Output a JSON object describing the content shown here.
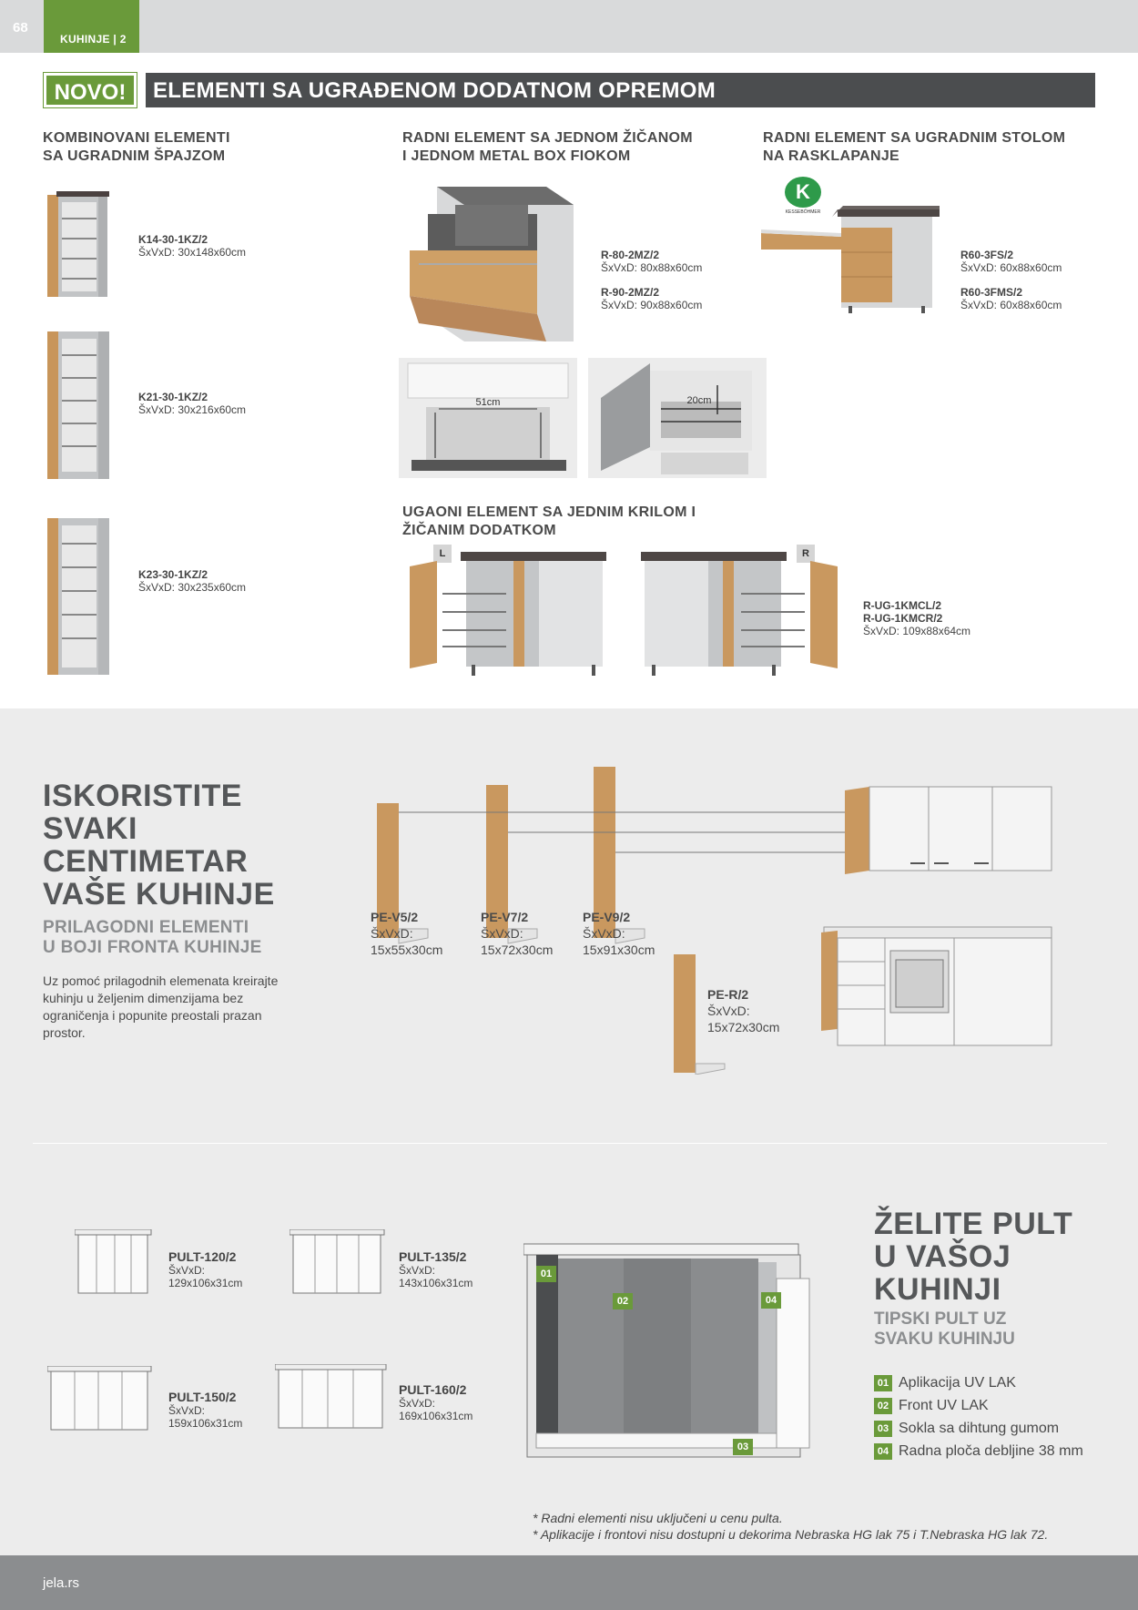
{
  "header": {
    "page_number": "68",
    "section": "KUHINJE | 2"
  },
  "title": {
    "badge": "NOVO!",
    "text": "ELEMENTI SA UGRAĐENOM DODATNOM OPREMOM"
  },
  "col1": {
    "heading_line1": "KOMBINOVANI ELEMENTI",
    "heading_line2": "SA UGRADNIM ŠPAJZOM",
    "products": [
      {
        "code": "K14-30-1KZ/2",
        "dims": "ŠxVxD: 30x148x60cm"
      },
      {
        "code": "K21-30-1KZ/2",
        "dims": "ŠxVxD: 30x216x60cm"
      },
      {
        "code": "K23-30-1KZ/2",
        "dims": "ŠxVxD: 30x235x60cm"
      }
    ]
  },
  "col2": {
    "heading_line1": "RADNI ELEMENT SA JEDNOM ŽIČANOM",
    "heading_line2": "I JEDNOM METAL BOX FIOKOM",
    "products": [
      {
        "code": "R-80-2MZ/2",
        "dims": "ŠxVxD: 80x88x60cm"
      },
      {
        "code": "R-90-2MZ/2",
        "dims": "ŠxVxD: 90x88x60cm"
      }
    ],
    "detail1_label": "51cm",
    "detail2_label": "20cm"
  },
  "col3": {
    "heading_line1": "RADNI ELEMENT SA UGRADNIM STOLOM",
    "heading_line2": "NA RASKLAPANJE",
    "logo_letter": "K",
    "logo_caption": "KESSEBÖHMER",
    "products": [
      {
        "code": "R60-3FS/2",
        "dims": "ŠxVxD: 60x88x60cm"
      },
      {
        "code": "R60-3FMS/2",
        "dims": "ŠxVxD: 60x88x60cm"
      }
    ]
  },
  "corner": {
    "heading_line1": "UGAONI ELEMENT SA JEDNIM KRILOM I",
    "heading_line2": "ŽIČANIM DODATKOM",
    "tag_left": "L",
    "tag_right": "R",
    "code1": "R-UG-1KMCL/2",
    "code2": "R-UG-1KMCR/2",
    "dims": "ŠxVxD: 109x88x64cm"
  },
  "custom": {
    "heading": [
      "ISKORISTITE",
      "SVAKI",
      "CENTIMETAR",
      "VAŠE KUHINJE"
    ],
    "subheading": [
      "PRILAGODNI ELEMENTI",
      "U BOJI FRONTA KUHINJE"
    ],
    "body": "Uz pomoć prilagodnih elemenata kreirajte kuhinju u željenim dimenzijama bez ograničenja i popunite preostali prazan prostor.",
    "panels": [
      {
        "code": "PE-V5/2",
        "dims_label": "ŠxVxD:",
        "dims": "15x55x30cm"
      },
      {
        "code": "PE-V7/2",
        "dims_label": "ŠxVxD:",
        "dims": "15x72x30cm"
      },
      {
        "code": "PE-V9/2",
        "dims_label": "ŠxVxD:",
        "dims": "15x91x30cm"
      },
      {
        "code": "PE-R/2",
        "dims_label": "ŠxVxD:",
        "dims": "15x72x30cm"
      }
    ]
  },
  "pult": {
    "items": [
      {
        "code": "PULT-120/2",
        "dims_label": "ŠxVxD:",
        "dims": "129x106x31cm"
      },
      {
        "code": "PULT-135/2",
        "dims_label": "ŠxVxD:",
        "dims": "143x106x31cm"
      },
      {
        "code": "PULT-150/2",
        "dims_label": "ŠxVxD:",
        "dims": "159x106x31cm"
      },
      {
        "code": "PULT-160/2",
        "dims_label": "ŠxVxD:",
        "dims": "169x106x31cm"
      }
    ],
    "heading": [
      "ŽELITE PULT",
      "U VAŠOJ",
      "KUHINJI"
    ],
    "subheading": [
      "TIPSKI PULT UZ",
      "SVAKU KUHINJU"
    ],
    "features": [
      {
        "num": "01",
        "text": "Aplikacija UV LAK"
      },
      {
        "num": "02",
        "text": "Front UV LAK"
      },
      {
        "num": "03",
        "text": "Sokla sa dihtung gumom"
      },
      {
        "num": "04",
        "text": "Radna ploča debljine 38 mm"
      }
    ],
    "notes": [
      "* Radni elementi nisu uključeni u cenu pulta.",
      "* Aplikacije i frontovi nisu dostupni u dekorima Nebraska HG lak 75 i T.Nebraska HG lak 72."
    ]
  },
  "footer": {
    "site": "jela.rs"
  }
}
